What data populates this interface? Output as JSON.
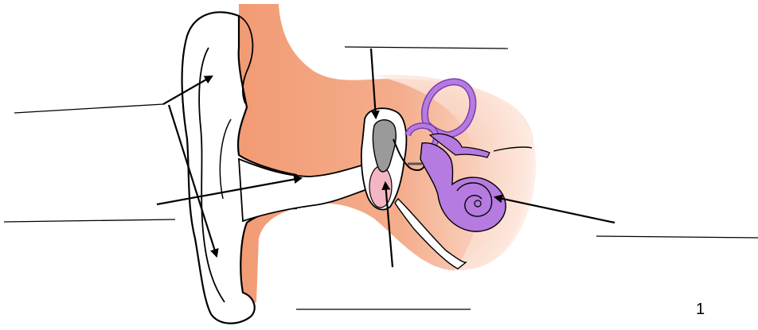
{
  "page": {
    "number": "1"
  },
  "colors": {
    "skin": "#f3a37e",
    "skin_light": "#f8c9b2",
    "skin_fade": "#fbe3d8",
    "ear_outline": "#000000",
    "ossicles": "#9a9a9a",
    "inner_ear": "#b57be0",
    "inner_ear_dark": "#7a3fb0",
    "eardrum": "#f4b6c2"
  },
  "icons": {
    "outer_ear": "ear-pinna-shape",
    "canal": "ear-canal-shape",
    "ossicles": "ossicles-shape",
    "eardrum": "eardrum-shape",
    "inner_ear": "cochlea-semicircular-canals-shape"
  },
  "labels": {
    "blanks_count_note": ""
  }
}
